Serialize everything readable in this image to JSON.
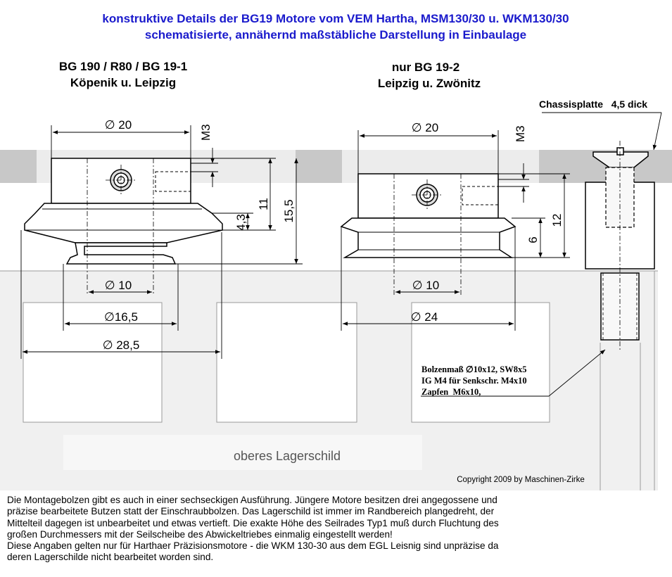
{
  "title": {
    "line1": "konstruktive Details der BG19 Motore vom VEM Hartha, MSM130/30 u. WKM130/30",
    "line2": "schematisierte, annähernd maßstäbliche Darstellung in Einbaulage"
  },
  "left_variant": {
    "heading_line1": "BG 190 / R80 / BG 19-1",
    "heading_line2": "Köpenik u. Leipzig",
    "dims": {
      "d20": "∅ 20",
      "m3": "M3",
      "h11": "11",
      "h15_5": "15,5",
      "h4_3": "4,3",
      "d10": "∅ 10",
      "d16_5": "∅16,5",
      "d28_5": "∅ 28,5"
    }
  },
  "right_variant": {
    "heading_line1": "nur BG 19-2",
    "heading_line2": "Leipzig u. Zwönitz",
    "dims": {
      "d20": "∅ 20",
      "m3": "M3",
      "h12": "12",
      "h6": "6",
      "d10": "∅ 10",
      "d24": "∅ 24"
    }
  },
  "bolt": {
    "chassis_label": "Chassisplatte   4,5 dick",
    "spec_line1": "Bolzenmaß ∅10x12, SW8x5",
    "spec_line2": "IG M4 für Senkschr. M4x10",
    "spec_line3": "Zapfen  M6x10,"
  },
  "bearing_label": "oberes Lagerschild",
  "copyright": "Copyright 2009 by Maschinen-Zirke",
  "notes": [
    "Die Montagebolzen gibt es auch in einer sechseckigen Ausführung. Jüngere Motore besitzen drei angegossene und",
    "präzise bearbeitete Butzen statt der Einschraubbolzen. Das Lagerschild ist immer im Randbereich plangedreht, der",
    "Mittelteil dagegen ist unbearbeitet und etwas vertieft. Die exakte Höhe des Seilrades Typ1 muß durch Fluchtung des",
    "großen Durchmessers mit der Seilscheibe des Abwickeltriebes einmalig eingestellt werden!",
    "Diese Angaben gelten nur für  Harthaer Präzisionsmotore  - die WKM 130-30  aus dem EGL Leisnig sind unpräzise da",
    "deren Lagerschilde nicht bearbeitet worden sind."
  ],
  "colors": {
    "title": "#1a1acc",
    "chassis_band": "#c8c8c8",
    "bearing_plate": "#f0f0f0",
    "dimension_lines": "#000000"
  }
}
